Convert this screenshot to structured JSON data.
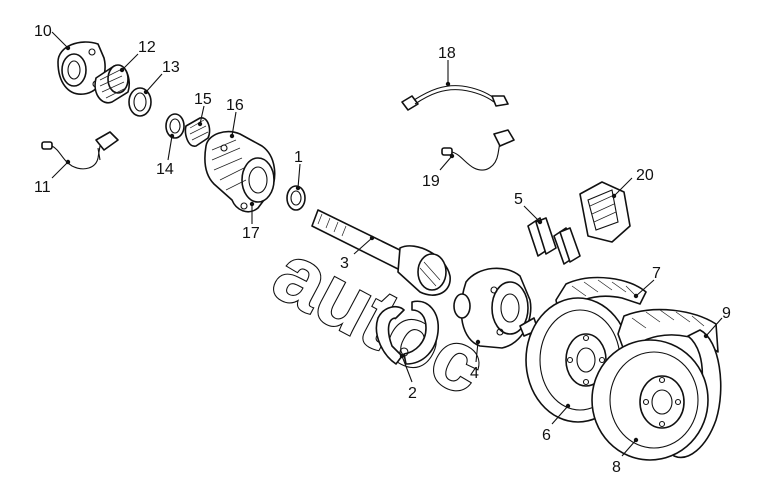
{
  "watermark": "autoc",
  "callouts": [
    {
      "id": "p10",
      "label": "10"
    },
    {
      "id": "p12",
      "label": "12"
    },
    {
      "id": "p13",
      "label": "13"
    },
    {
      "id": "p11",
      "label": "11"
    },
    {
      "id": "p14",
      "label": "14"
    },
    {
      "id": "p15",
      "label": "15"
    },
    {
      "id": "p16",
      "label": "16"
    },
    {
      "id": "p17",
      "label": "17"
    },
    {
      "id": "p1",
      "label": "1"
    },
    {
      "id": "p3",
      "label": "3"
    },
    {
      "id": "p18",
      "label": "18"
    },
    {
      "id": "p19",
      "label": "19"
    },
    {
      "id": "p5",
      "label": "5"
    },
    {
      "id": "p20",
      "label": "20"
    },
    {
      "id": "p7",
      "label": "7"
    },
    {
      "id": "p9",
      "label": "9"
    },
    {
      "id": "p2",
      "label": "2"
    },
    {
      "id": "p4",
      "label": "4"
    },
    {
      "id": "p6",
      "label": "6"
    },
    {
      "id": "p8",
      "label": "8"
    }
  ]
}
